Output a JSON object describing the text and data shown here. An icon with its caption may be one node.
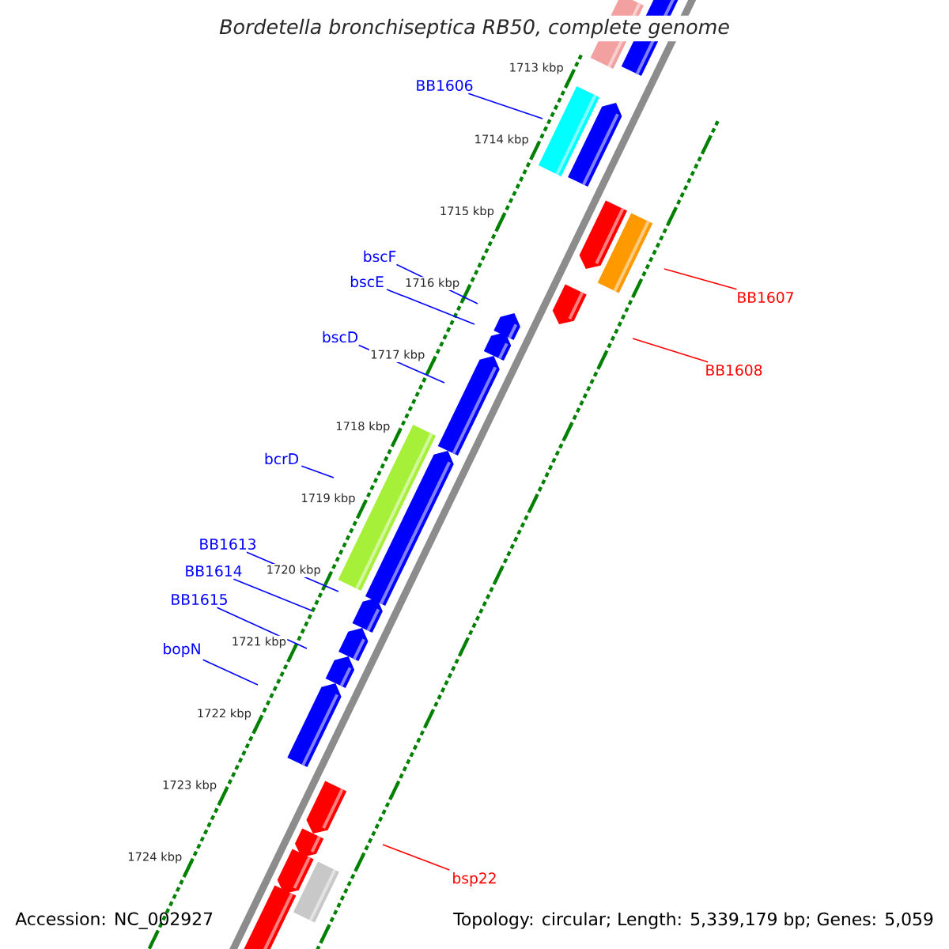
{
  "diagram": {
    "title": "Bordetella bronchiseptica RB50, complete genome",
    "nodes": [
      {
        "text": [
          "BB1606"
        ]
      },
      {
        "text": [
          "BB1607"
        ]
      },
      {
        "text": [
          "bscF"
        ]
      },
      {
        "text": [
          "bscE"
        ]
      },
      {
        "text": [
          "BB1608"
        ]
      },
      {
        "text": [
          "bscD"
        ]
      },
      {
        "text": [
          "bcrD"
        ]
      },
      {
        "text": [
          "BB1613"
        ]
      },
      {
        "text": [
          "BB1614"
        ]
      },
      {
        "text": [
          "BB1615"
        ]
      },
      {
        "text": [
          "bopN"
        ]
      },
      {
        "text": [
          "bsp22"
        ]
      }
    ],
    "edges": [
      {
        "from": 0,
        "to": null,
        "arrow": "none"
      },
      {
        "from": 1,
        "to": null,
        "arrow": "none",
        "color": "#ff0000"
      },
      {
        "from": 2,
        "to": null,
        "arrow": "none"
      },
      {
        "from": 3,
        "to": null,
        "arrow": "none"
      },
      {
        "from": 4,
        "to": null,
        "arrow": "none",
        "color": "#ff0000"
      },
      {
        "from": 5,
        "to": null,
        "arrow": "none"
      },
      {
        "from": 6,
        "to": null,
        "arrow": "none"
      },
      {
        "from": 7,
        "to": null,
        "arrow": "none"
      },
      {
        "from": 8,
        "to": null,
        "arrow": "none"
      },
      {
        "from": 9,
        "to": null,
        "arrow": "none"
      },
      {
        "from": 10,
        "to": null,
        "arrow": "none"
      },
      {
        "from": 11,
        "to": null,
        "arrow": "none",
        "color": "#ff0000"
      }
    ],
    "labels": [
      "1713 kbp",
      "1714 kbp",
      "1715 kbp",
      "1716 kbp",
      "1717 kbp",
      "1718 kbp",
      "1719 kbp",
      "1720 kbp",
      "1721 kbp",
      "1722 kbp",
      "1723 kbp",
      "1724 kbp",
      "Accession: NC_002927",
      "Topology: circular; Length: 5,339,179 bp; Genes: 5,059"
    ]
  }
}
